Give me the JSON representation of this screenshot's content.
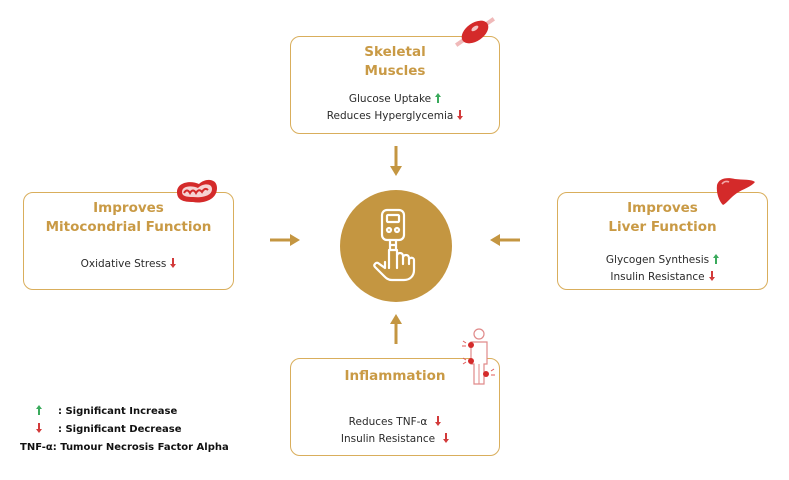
{
  "colors": {
    "accent": "#c49641",
    "border": "#d9ae5c",
    "title": "#c99a45",
    "increase": "#3aaa5c",
    "decrease": "#d23a3a",
    "organ_red": "#d42a2a"
  },
  "center": {
    "icon": "glucometer-hand-icon"
  },
  "boxes": {
    "top": {
      "title_line1": "Skeletal",
      "title_line2": "Muscles",
      "icon": "muscle-icon",
      "items": [
        {
          "text": "Glucose Uptake",
          "trend": "increase"
        },
        {
          "text": "Reduces Hyperglycemia",
          "trend": "decrease"
        }
      ]
    },
    "left": {
      "title_line1": "Improves",
      "title_line2": "Mitocondrial Function",
      "icon": "mitochondria-icon",
      "items": [
        {
          "text": "Oxidative Stress",
          "trend": "decrease"
        }
      ]
    },
    "right": {
      "title_line1": "Improves",
      "title_line2": "Liver Function",
      "icon": "liver-icon",
      "items": [
        {
          "text": "Glycogen Synthesis",
          "trend": "increase"
        },
        {
          "text": "Insulin Resistance",
          "trend": "decrease"
        }
      ]
    },
    "bottom": {
      "title_line1": "Inflammation",
      "icon": "inflamed-body-icon",
      "items": [
        {
          "text": "Reduces TNF-α",
          "trend": "decrease"
        },
        {
          "text": "Insulin Resistance",
          "trend": "decrease"
        }
      ]
    }
  },
  "legend": {
    "increase_label": ": Significant Increase",
    "decrease_label": ": Significant Decrease",
    "abbr_key": "TNF-α",
    "abbr_label": ": Tumour Necrosis Factor Alpha"
  }
}
